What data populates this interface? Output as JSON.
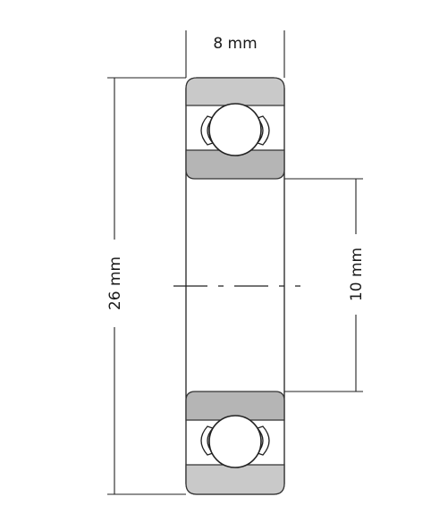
{
  "dimensions": {
    "width_label": "8 mm",
    "outer_diameter_label": "26 mm",
    "inner_diameter_label": "10 mm"
  },
  "colors": {
    "ring_fill": "#b5b5b5",
    "ring_fill_light": "#c9c9c9",
    "line": "#222222",
    "background": "#ffffff"
  }
}
